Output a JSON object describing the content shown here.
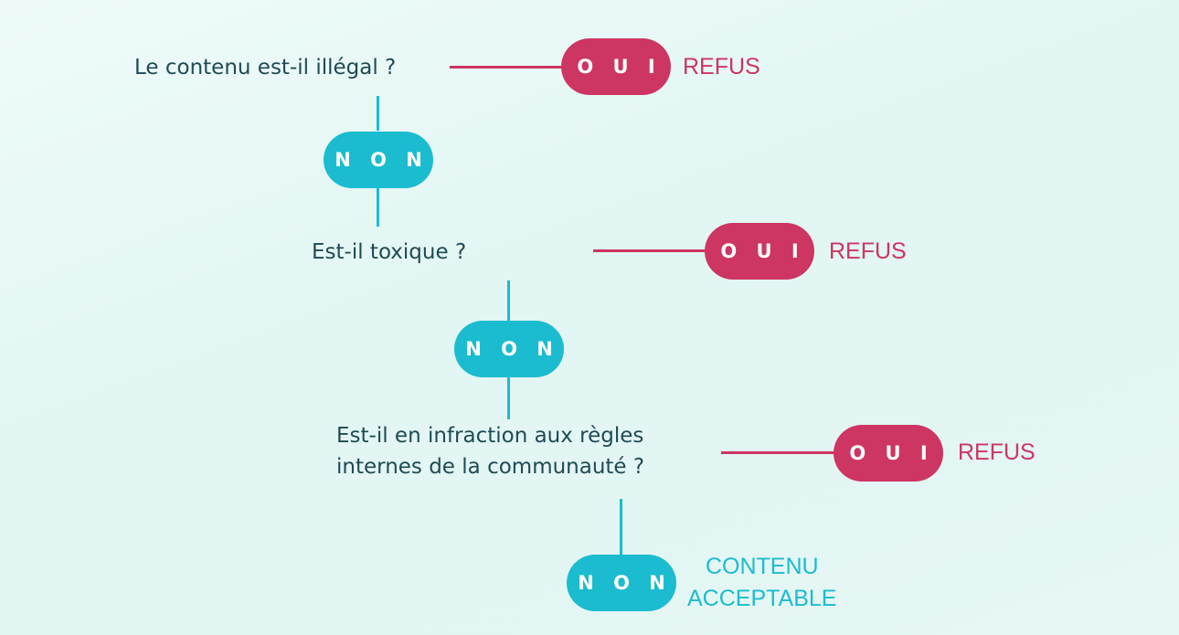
{
  "steps": [
    {
      "question": "Le contenu est-il illégal ?",
      "yes_label": "O U I",
      "yes_result": "REFUS",
      "no_label": "N O N"
    },
    {
      "question": "Est-il toxique ?",
      "yes_label": "O U I",
      "yes_result": "REFUS",
      "no_label": "N O N"
    },
    {
      "question_lines": [
        "Est-il en infraction aux règles",
        "internes de la communauté ?"
      ],
      "yes_label": "O U I",
      "yes_result": "REFUS",
      "no_label": "N O N",
      "no_result_lines": [
        "CONTENU",
        "ACCEPTABLE"
      ]
    }
  ],
  "colors": {
    "oui": "#cd3562",
    "non": "#1bbccf",
    "question_text": "#1f4a55",
    "background": "#e6f7f5"
  }
}
